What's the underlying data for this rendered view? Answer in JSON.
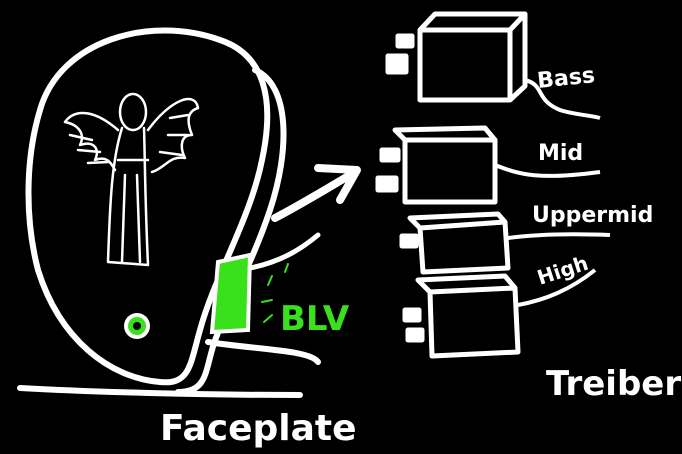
{
  "labels": {
    "faceplate": "Faceplate",
    "blv": "BLV",
    "treiber": "Treiber",
    "bass": "Bass",
    "mid": "Mid",
    "uppermid": "Uppermid",
    "high": "High"
  },
  "colors": {
    "background": "#000000",
    "stroke": "#ffffff",
    "accent_green": "#39e01c"
  },
  "icons": {
    "emblem": "angel-wings-emblem-icon",
    "led": "green-ring-led-icon",
    "arrow": "right-arrow-icon"
  }
}
